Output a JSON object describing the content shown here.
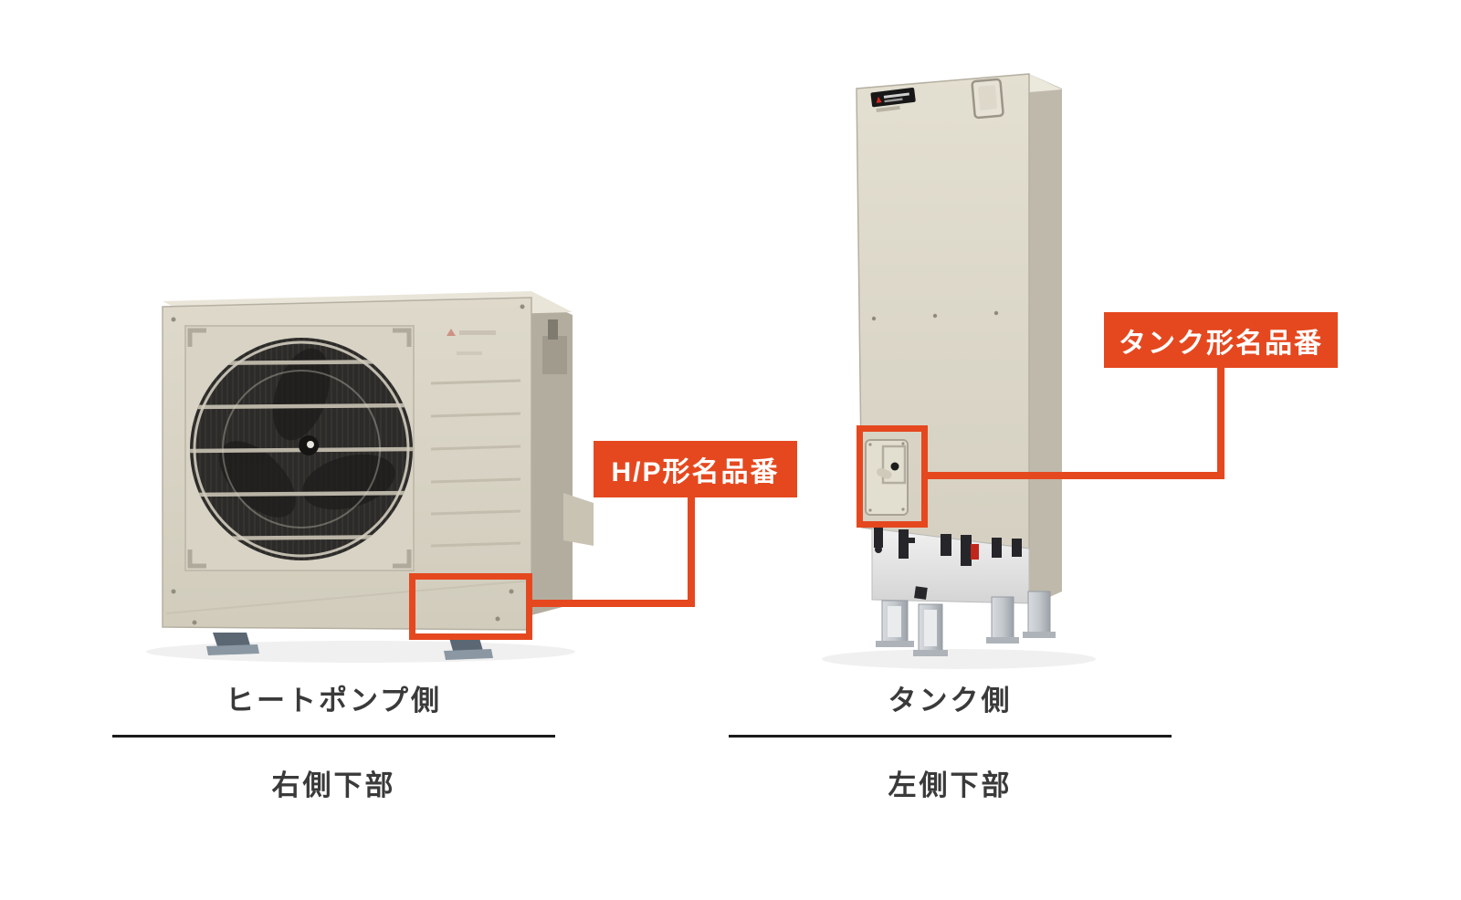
{
  "accent_color": "#e5481f",
  "product_body_color": "#dbd6c7",
  "heat_pump": {
    "callout_label": "H/P形名品番",
    "caption": "ヒートポンプ側",
    "location_caption": "右側下部"
  },
  "tank": {
    "callout_label": "タンク形名品番",
    "caption": "タンク側",
    "location_caption": "左側下部"
  },
  "icons": {
    "hp_brand_logo": "mitsubishi-three-diamond-logo",
    "tank_brand_badge": "mitsubishi-black-badge"
  }
}
